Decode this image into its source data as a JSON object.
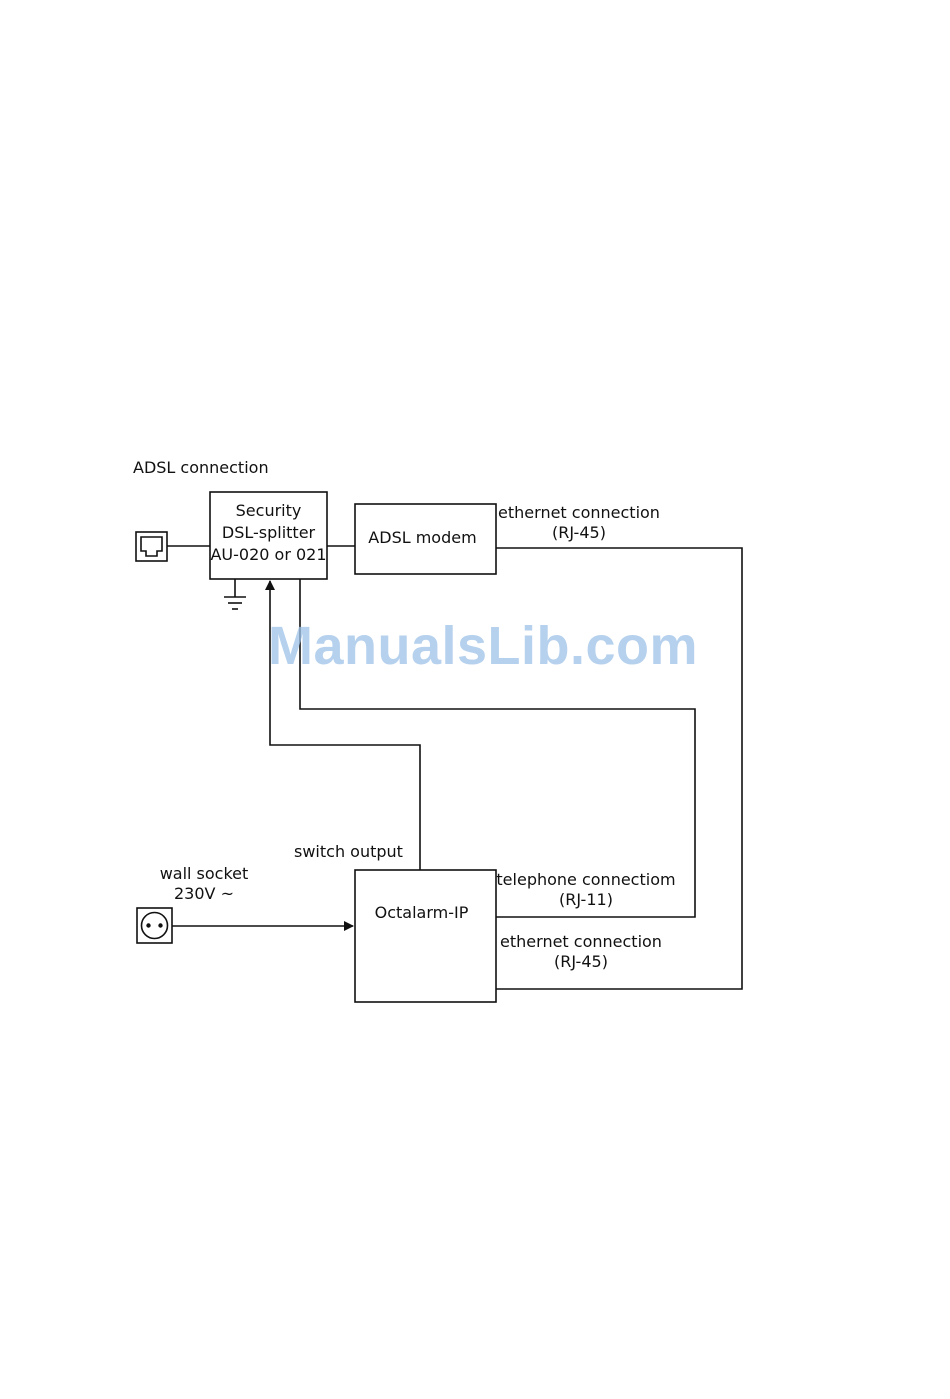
{
  "diagram": {
    "adsl_connection_label": "ADSL connection",
    "splitter": {
      "line1": "Security",
      "line2": "DSL-splitter",
      "line3": "AU-020 or 021"
    },
    "modem": {
      "label": "ADSL modem"
    },
    "modem_ethernet": {
      "line1": "ethernet connection",
      "line2": "(RJ-45)"
    },
    "switch_output_label": "switch output",
    "wall_socket": {
      "line1": "wall socket",
      "line2": "230V ~"
    },
    "octalarm": {
      "label": "Octalarm-IP"
    },
    "telephone": {
      "line1": "telephone connectiom",
      "line2": "(RJ-11)"
    },
    "octalarm_ethernet": {
      "line1": "ethernet connection",
      "line2": "(RJ-45)"
    },
    "icons": [
      "phone-jack-icon",
      "ground-icon",
      "wall-socket-icon"
    ]
  },
  "watermark": {
    "text": "ManualsLib.com",
    "color": "#9ec2e8"
  }
}
